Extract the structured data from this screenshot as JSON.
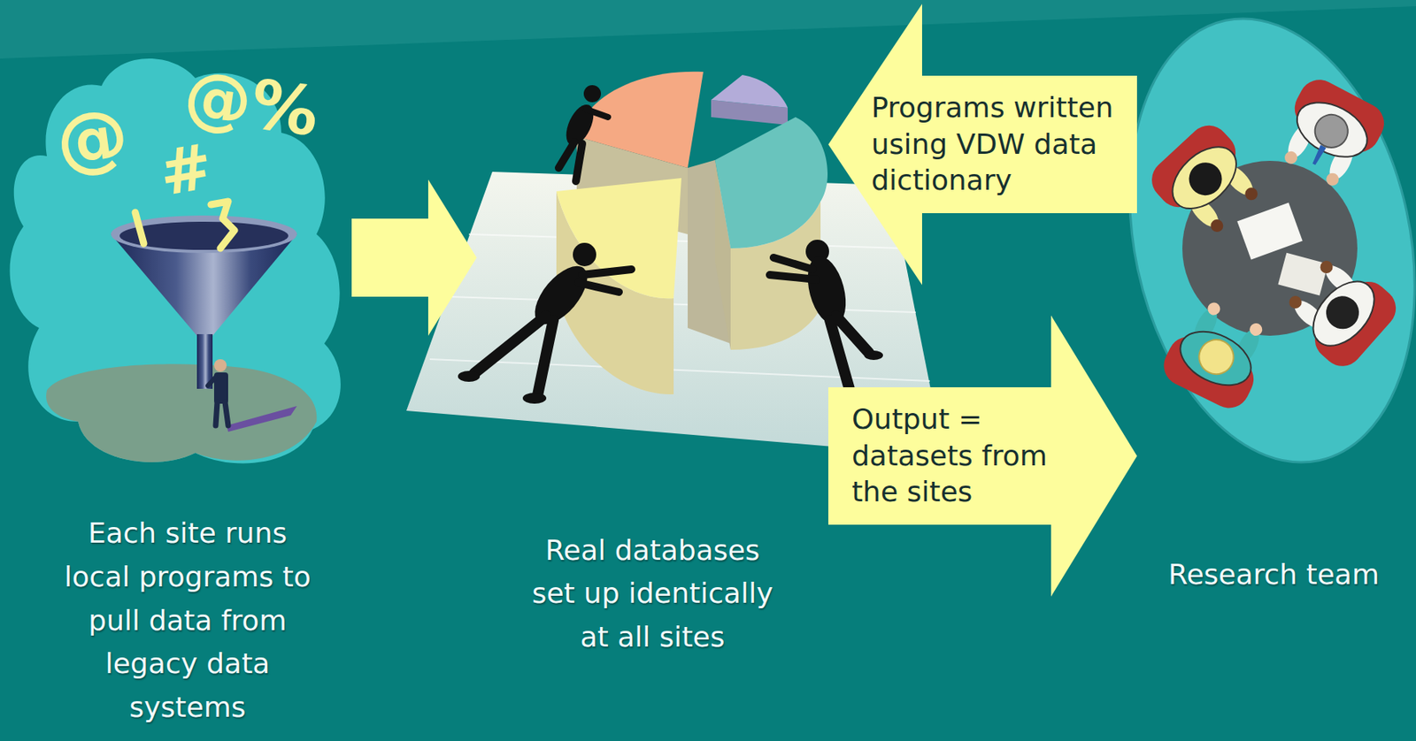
{
  "diagram": {
    "nodes": [
      {
        "text": [
          "Each site runs local programs to pull data from legacy data systems"
        ]
      },
      {
        "text": [
          "Real databases set up identically at all sites"
        ]
      },
      {
        "text": [
          "Research team"
        ]
      }
    ],
    "edges": [
      {
        "from": 0,
        "to": 1,
        "arrow": "to"
      },
      {
        "from": 2,
        "to": 1,
        "arrow": "to",
        "label": "Programs written using VDW data dictionary"
      },
      {
        "from": 1,
        "to": 2,
        "arrow": "to",
        "label": "Output = datasets from the sites"
      }
    ],
    "labels": [
      "@",
      "@%",
      "#"
    ]
  }
}
